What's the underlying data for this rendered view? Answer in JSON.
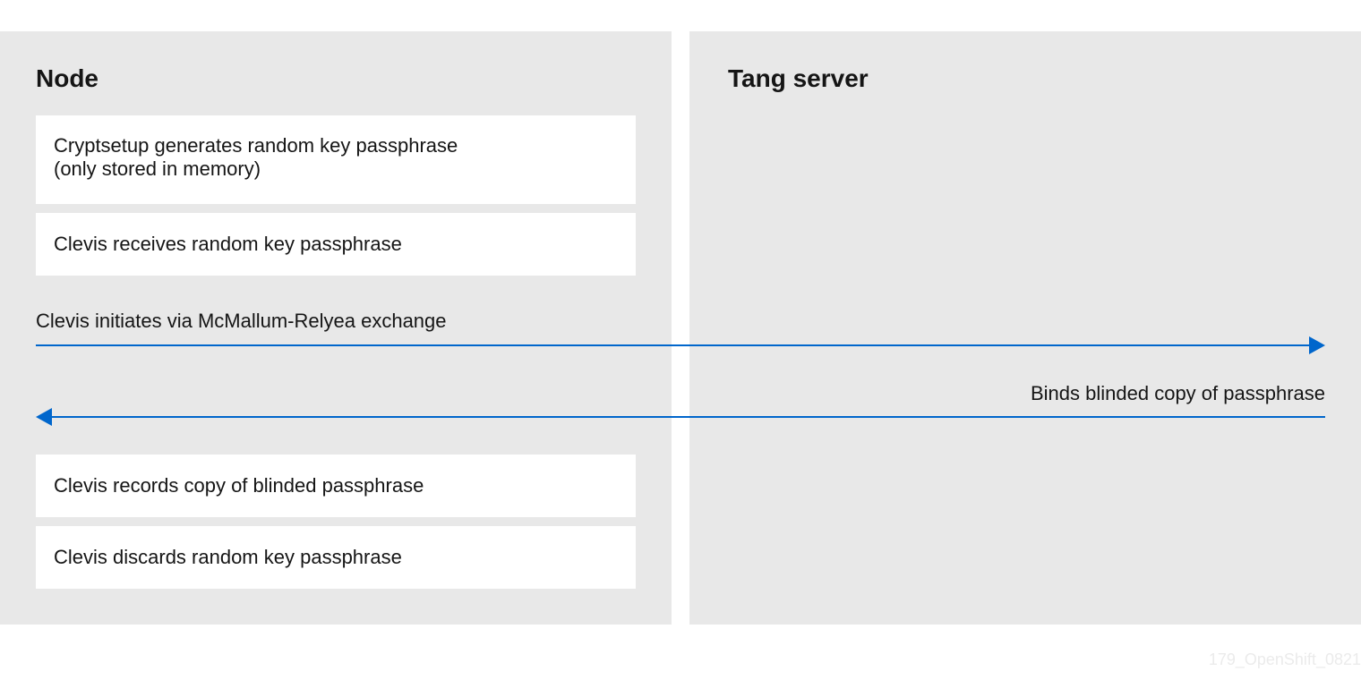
{
  "lanes": {
    "node": {
      "title": "Node"
    },
    "tang": {
      "title": "Tang server"
    }
  },
  "steps": [
    {
      "label": "Cryptsetup generates random key passphrase\n(only stored in memory)"
    },
    {
      "label": "Clevis receives random key passphrase"
    },
    {
      "label": "Clevis records copy of blinded passphrase"
    },
    {
      "label": "Clevis discards random key passphrase"
    }
  ],
  "messages": [
    {
      "label": "Clevis initiates via McMallum-Relyea exchange",
      "direction": "node-to-tang"
    },
    {
      "label": "Binds blinded copy of passphrase",
      "direction": "tang-to-node"
    }
  ],
  "footnote": "179_OpenShift_0821",
  "colors": {
    "lane_background": "#e8e8e8",
    "step_background": "#ffffff",
    "arrow": "#0066cc",
    "text": "#151515"
  }
}
